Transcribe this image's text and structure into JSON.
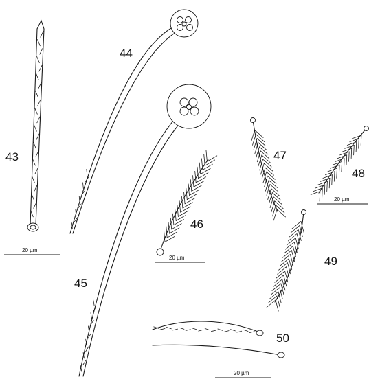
{
  "figures": [
    {
      "number": "43"
    },
    {
      "number": "44"
    },
    {
      "number": "45"
    },
    {
      "number": "46"
    },
    {
      "number": "47"
    },
    {
      "number": "48"
    },
    {
      "number": "49"
    },
    {
      "number": "50"
    }
  ],
  "scale_bars": [
    {
      "label": "20 µm"
    },
    {
      "label": "20 µm"
    },
    {
      "label": "20 µm"
    },
    {
      "label": "20 µm"
    }
  ]
}
